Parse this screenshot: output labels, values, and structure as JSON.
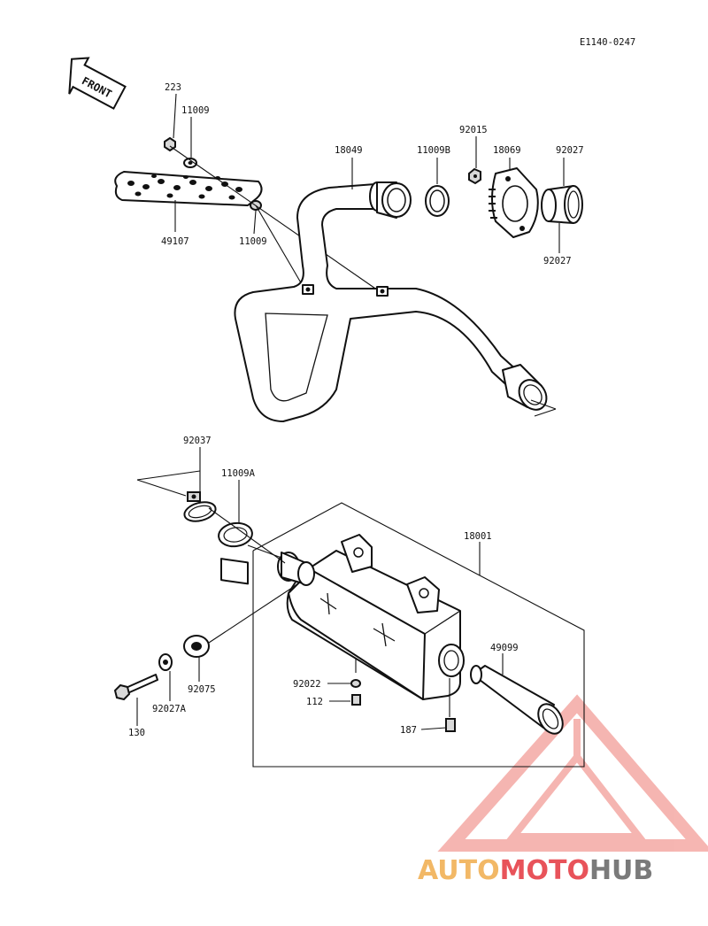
{
  "diagram": {
    "code": "E1140-0247",
    "front_label": "FRONT"
  },
  "parts": {
    "p223": "223",
    "p11009_top": "11009",
    "p11009_low": "11009",
    "p49107": "49107",
    "p18049": "18049",
    "p11009B": "11009B",
    "p92015": "92015",
    "p18069": "18069",
    "p92027_top": "92027",
    "p92027_low": "92027",
    "p92037": "92037",
    "p11009A": "11009A",
    "p18001": "18001",
    "p49099": "49099",
    "p92022": "92022",
    "p112": "112",
    "p187": "187",
    "p130": "130",
    "p92027A": "92027A",
    "p92075": "92075"
  },
  "watermark": {
    "part1": "AUTO",
    "part2": "MOTO",
    "part3": "HUB",
    "colors": {
      "orange": "#f2b866",
      "red": "#e8535a",
      "gray": "#7a7a7a",
      "pink": "#f4a9a4"
    }
  }
}
